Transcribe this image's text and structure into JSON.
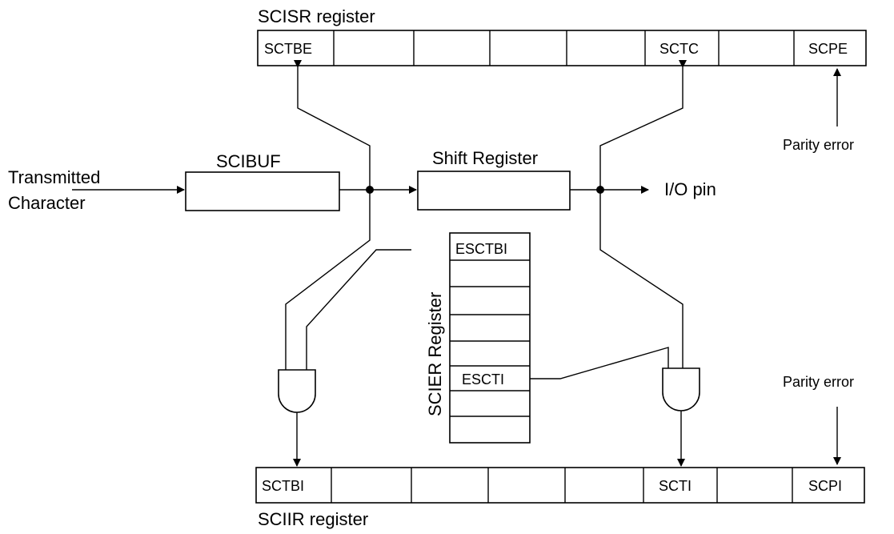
{
  "sciSR": {
    "title": "SCISR register",
    "cells": [
      "SCTBE",
      "",
      "",
      "",
      "",
      "SCTC",
      "",
      "SCPE"
    ]
  },
  "sciIR": {
    "title": "SCIIR register",
    "cells": [
      "SCTBI",
      "",
      "",
      "",
      "",
      "SCTI",
      "",
      "SCPI"
    ]
  },
  "sciER": {
    "title": "SCIER Register",
    "cells": [
      "ESCTBI",
      "",
      "",
      "",
      "ESCTI",
      "",
      ""
    ]
  },
  "labels": {
    "transmitted_line1": "Transmitted",
    "transmitted_line2": "Character",
    "scibuf": "SCIBUF",
    "shift_register": "Shift Register",
    "io_pin": "I/O pin",
    "parity_error_top": "Parity error",
    "parity_error_bottom": "Parity error"
  }
}
